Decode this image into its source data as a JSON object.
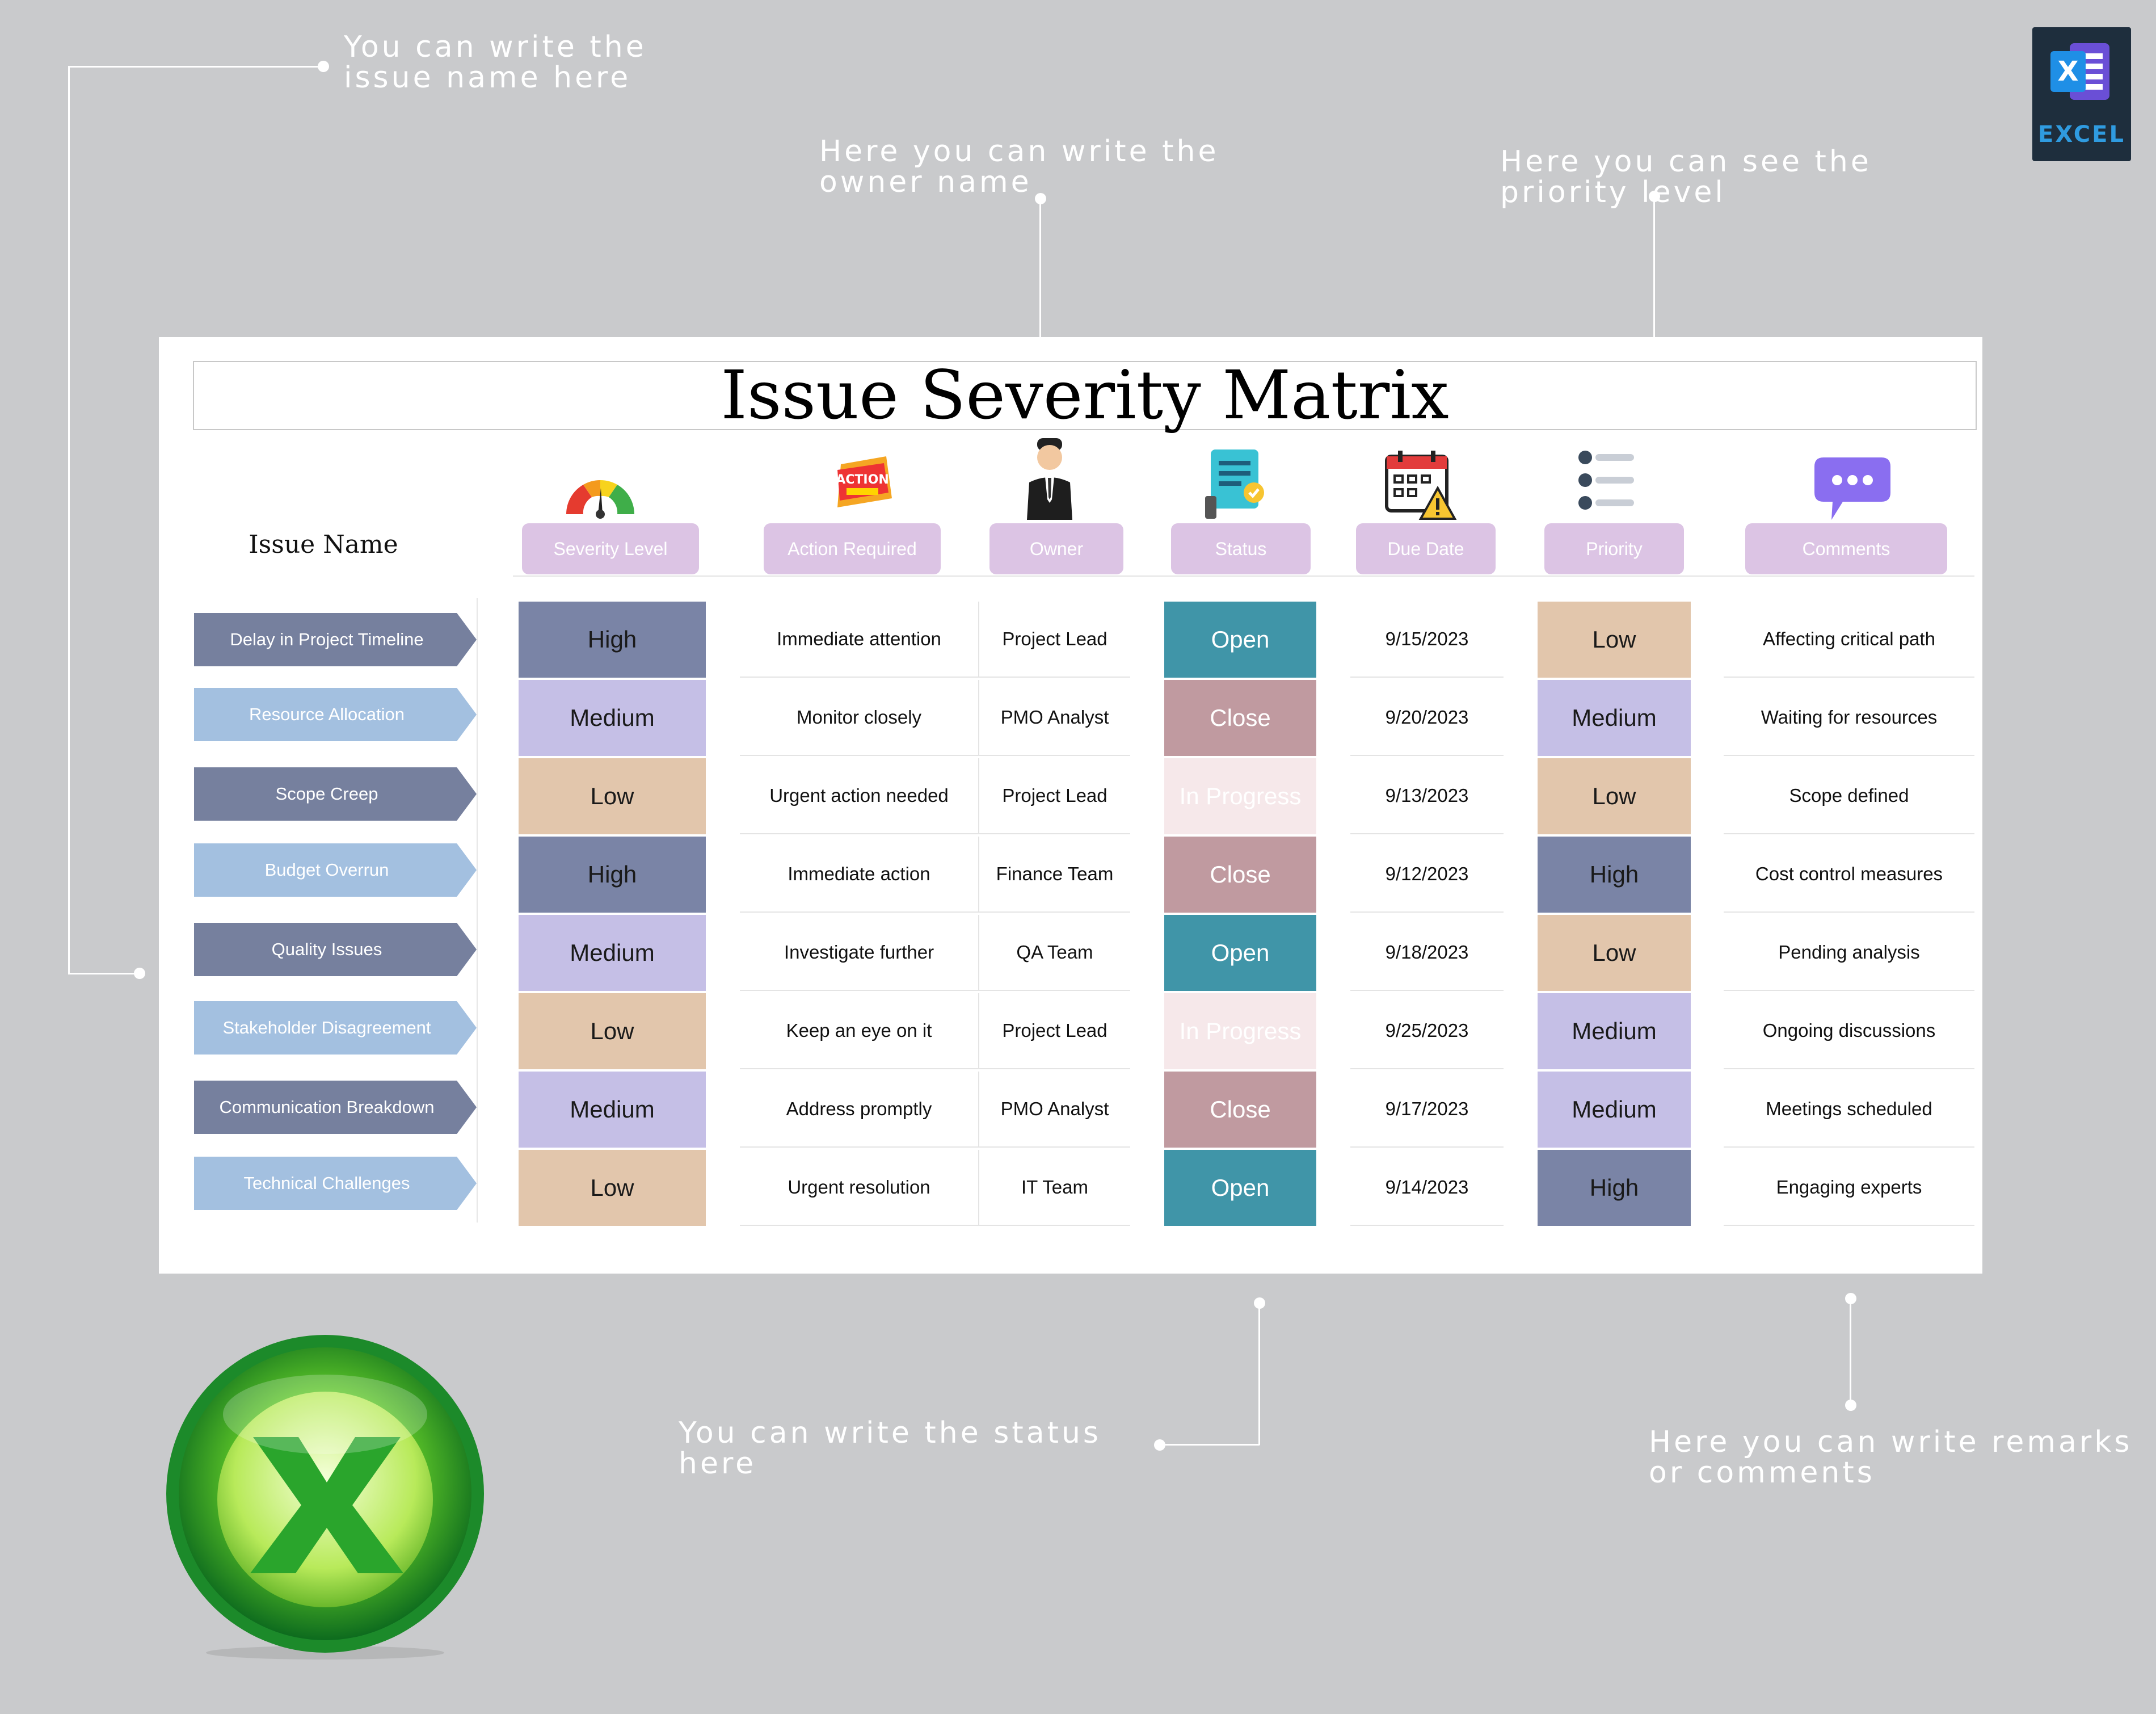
{
  "annotations": {
    "issue_name": "You can write the issue name here",
    "owner": "Here you can write the owner name",
    "priority": "Here you can see the priority level",
    "status": "You can write the status here",
    "comments": "Here you can write remarks or comments"
  },
  "badge": {
    "label": "EXCEL"
  },
  "sheet": {
    "title": "Issue Severity Matrix",
    "issue_header": "Issue Name",
    "columns": {
      "severity": "Severity Level",
      "action": "Action Required",
      "owner": "Owner",
      "status": "Status",
      "due": "Due Date",
      "priority": "Priority",
      "comments": "Comments"
    },
    "rows": [
      {
        "issue": "Delay in Project Timeline",
        "severity": "High",
        "action": "Immediate attention",
        "owner": "Project Lead",
        "status": "Open",
        "due": "9/15/2023",
        "priority": "Low",
        "comment": "Affecting critical path"
      },
      {
        "issue": "Resource Allocation",
        "severity": "Medium",
        "action": "Monitor closely",
        "owner": "PMO Analyst",
        "status": "Close",
        "due": "9/20/2023",
        "priority": "Medium",
        "comment": "Waiting for resources"
      },
      {
        "issue": "Scope Creep",
        "severity": "Low",
        "action": "Urgent action needed",
        "owner": "Project Lead",
        "status": "In Progress",
        "due": "9/13/2023",
        "priority": "Low",
        "comment": "Scope defined"
      },
      {
        "issue": "Budget Overrun",
        "severity": "High",
        "action": "Immediate action",
        "owner": "Finance Team",
        "status": "Close",
        "due": "9/12/2023",
        "priority": "High",
        "comment": "Cost control measures"
      },
      {
        "issue": "Quality Issues",
        "severity": "Medium",
        "action": "Investigate further",
        "owner": "QA Team",
        "status": "Open",
        "due": "9/18/2023",
        "priority": "Low",
        "comment": "Pending analysis"
      },
      {
        "issue": "Stakeholder Disagreement",
        "severity": "Low",
        "action": "Keep an eye on it",
        "owner": "Project Lead",
        "status": "In Progress",
        "due": "9/25/2023",
        "priority": "Medium",
        "comment": "Ongoing discussions"
      },
      {
        "issue": "Communication Breakdown",
        "severity": "Medium",
        "action": "Address promptly",
        "owner": "PMO Analyst",
        "status": "Close",
        "due": "9/17/2023",
        "priority": "Medium",
        "comment": "Meetings scheduled"
      },
      {
        "issue": "Technical Challenges",
        "severity": "Low",
        "action": "Urgent resolution",
        "owner": "IT Team",
        "status": "Open",
        "due": "9/14/2023",
        "priority": "High",
        "comment": "Engaging experts"
      }
    ]
  },
  "colors": {
    "High": "#7a84a6",
    "Medium": "#c5bfe6",
    "Low": "#e2c6ac",
    "Open": "#4095a8",
    "Close": "#c09aa0",
    "In Progress": "#f6e8ea",
    "arrow_dark": "#76809e",
    "arrow_light": "#a3c0e0",
    "header_pill": "#dcc4e4"
  },
  "icons": {
    "severity": "gauge-icon",
    "action": "action-required-icon",
    "owner": "businessman-icon",
    "status": "clipboard-check-icon",
    "due": "calendar-warning-icon",
    "priority": "list-icon",
    "comments": "chat-bubble-icon"
  }
}
